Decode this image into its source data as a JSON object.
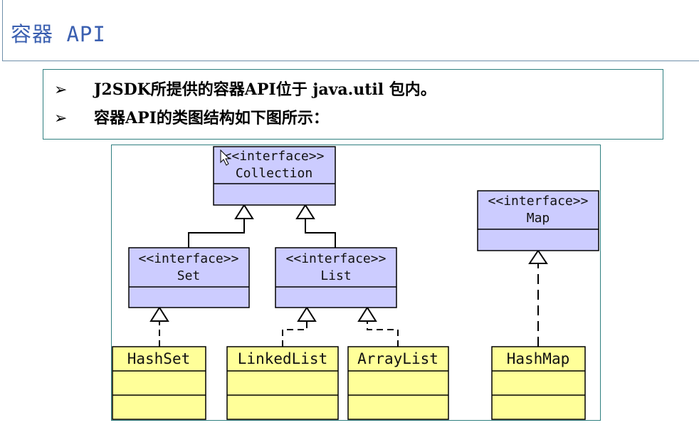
{
  "slide": {
    "title": "容器 API",
    "bullets": [
      {
        "marker": "➢",
        "text": "J2SDK所提供的容器API位于 java.util 包内。"
      },
      {
        "marker": "➢",
        "text": "容器API的类图结构如下图所示："
      }
    ]
  },
  "diagram": {
    "colors": {
      "interface_fill": "#ccccff",
      "class_fill": "#ffff99",
      "stroke": "#000000"
    },
    "interfaces": [
      {
        "id": "collection",
        "stereotype": "<<interface>>",
        "name": "Collection"
      },
      {
        "id": "set",
        "stereotype": "<<interface>>",
        "name": "Set"
      },
      {
        "id": "list",
        "stereotype": "<<interface>>",
        "name": "List"
      },
      {
        "id": "map",
        "stereotype": "<<interface>>",
        "name": "Map"
      }
    ],
    "classes": [
      {
        "id": "hashset",
        "name": "HashSet"
      },
      {
        "id": "linkedlist",
        "name": "LinkedList"
      },
      {
        "id": "arraylist",
        "name": "ArrayList"
      },
      {
        "id": "hashmap",
        "name": "HashMap"
      }
    ]
  }
}
